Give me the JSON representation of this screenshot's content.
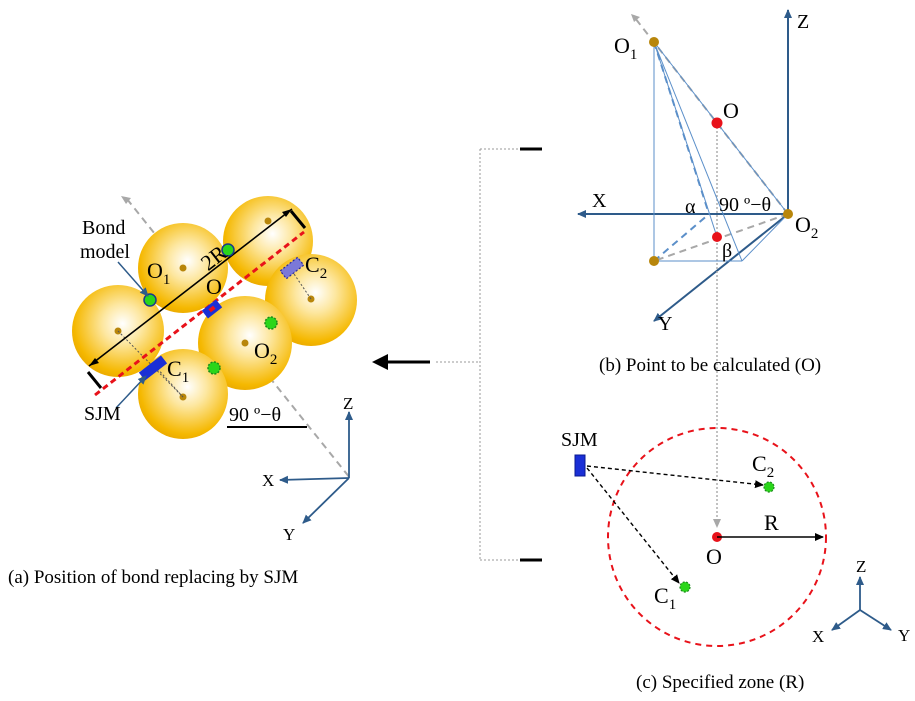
{
  "panel_a": {
    "caption": "(a) Position of bond replacing by SJM",
    "bond_label_1": "Bond",
    "bond_label_2": "model",
    "diameter_label": "2R",
    "o1": "O",
    "o1_sub": "1",
    "o": "O",
    "c2": "C",
    "c2_sub": "2",
    "c1": "C",
    "c1_sub": "1",
    "o2": "O",
    "o2_sub": "2",
    "sjm": "SJM",
    "angle": "90 º−θ",
    "axis_z": "Z",
    "axis_x": "X",
    "axis_y": "Y"
  },
  "panel_b": {
    "caption": "(b) Point to be calculated (O)",
    "o1": "O",
    "o1_sub": "1",
    "o": "O",
    "o2": "O",
    "o2_sub": "2",
    "axis_z": "Z",
    "axis_x": "X",
    "axis_y": "Y",
    "alpha": "α",
    "beta": "β",
    "angle": "90 º−θ"
  },
  "panel_c": {
    "caption": "(c) Specified zone (R)",
    "sjm": "SJM",
    "c2": "C",
    "c2_sub": "2",
    "c1": "C",
    "c1_sub": "1",
    "o": "O",
    "r": "R",
    "axis_z": "Z",
    "axis_x": "X",
    "axis_y": "Y"
  },
  "colors": {
    "sphere": "#f5b800",
    "axis": "#2e5b8a",
    "dashed_red": "#e8121a",
    "sjm_blue": "#1a2fd6",
    "bond_green": "#2ad61a",
    "particle_dot": "#b8860b",
    "center_red": "#e8121a",
    "guide_gray": "#a8a8a8"
  }
}
